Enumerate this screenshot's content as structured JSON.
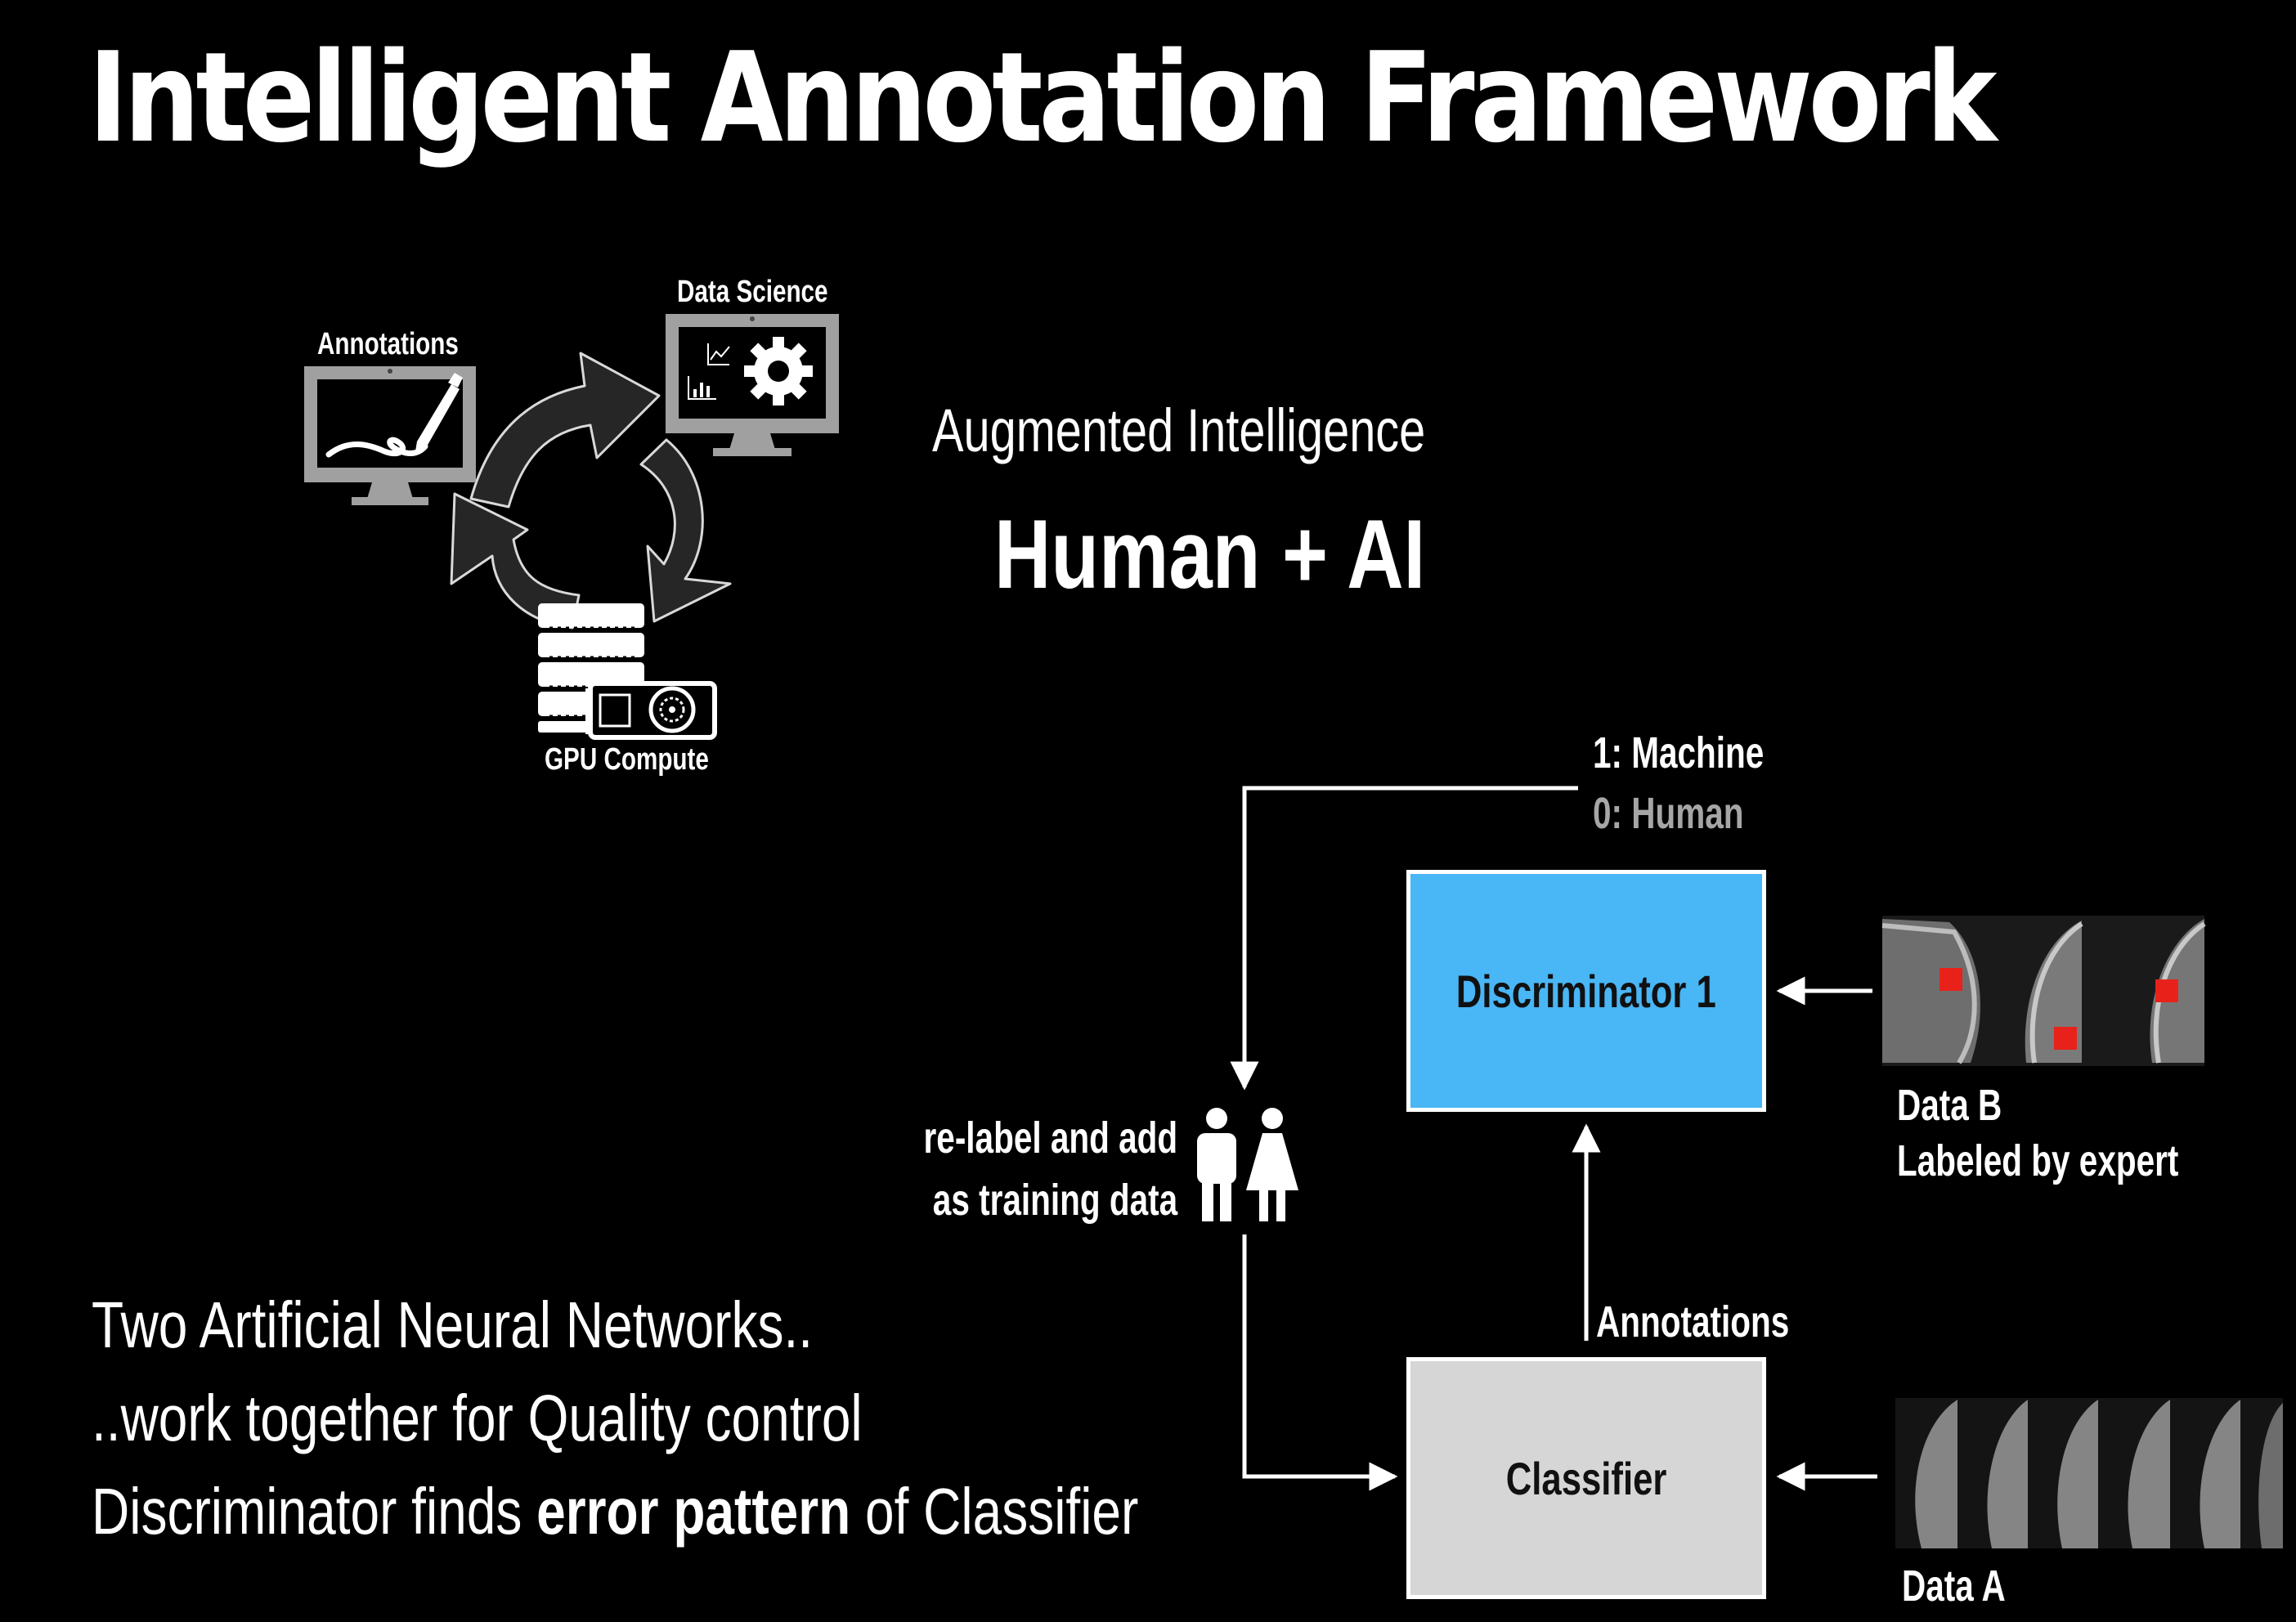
{
  "title": "Intelligent Annotation Framework",
  "cycle": {
    "annotations_label": "Annotations",
    "data_science_label": "Data Science",
    "gpu_label": "GPU Compute"
  },
  "headline": {
    "subtitle": "Augmented Intelligence",
    "main": "Human + AI"
  },
  "flow": {
    "discriminator_label": "Discriminator 1",
    "classifier_label": "Classifier",
    "output_machine": "1: Machine",
    "output_human": "0: Human",
    "annotations_arrow_label": "Annotations",
    "relabel_line1": "re-label and add",
    "relabel_line2": "as training data",
    "data_b_line1": "Data B",
    "data_b_line2": "Labeled by expert",
    "data_a": "Data A"
  },
  "bottom": {
    "line1": "Two Artificial Neural Networks..",
    "line2": "..work together for Quality control",
    "line3_pre": "Discriminator finds ",
    "line3_bold": "error pattern",
    "line3_post": " of Classifier"
  },
  "colors": {
    "background": "#000000",
    "discriminator_fill": "#49b6f5",
    "classifier_fill": "#d6d6d6",
    "marker_red": "#e8221b",
    "icon_gray": "#a0a0a0",
    "arrow_dark": "#262626"
  }
}
